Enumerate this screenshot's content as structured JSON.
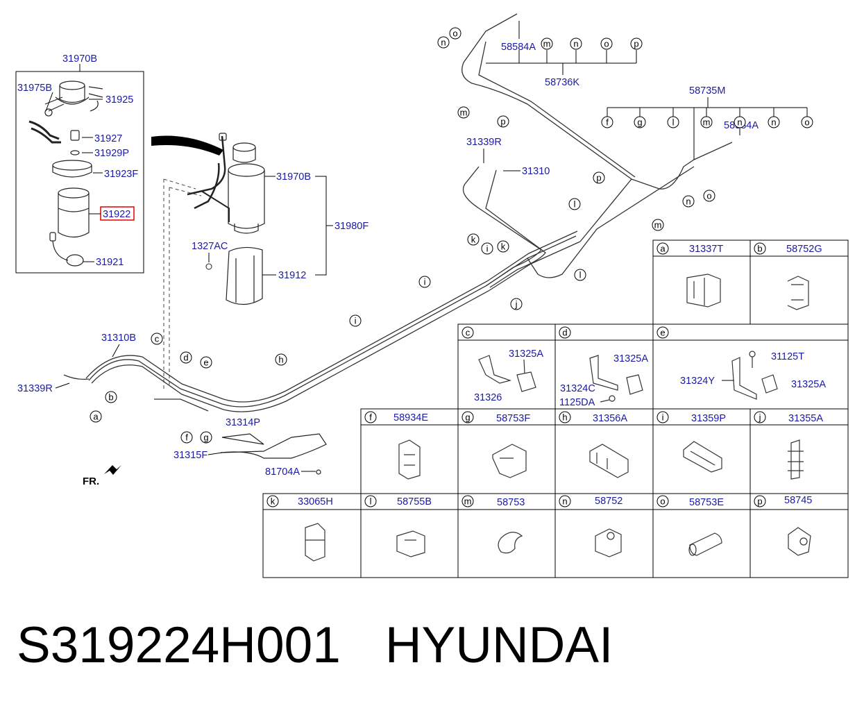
{
  "footer": {
    "part_number": "S319224H001",
    "brand": "HYUNDAI"
  },
  "highlight_color": "#e00000",
  "label_color": "#1a1aa6",
  "filter_box": {
    "title": "31970B",
    "parts": [
      "31975B",
      "31925",
      "31927",
      "31929P",
      "31923F",
      "31922",
      "31921"
    ],
    "highlighted": "31922"
  },
  "assembly": {
    "parts": [
      "31970B",
      "31980F",
      "1327AC",
      "31912"
    ]
  },
  "lines": {
    "labels": [
      "31310B",
      "31339R",
      "31314P",
      "31315F",
      "81704A",
      "31339R",
      "31310",
      "58584A",
      "58736K",
      "58735M",
      "58584A"
    ],
    "front_label": "FR."
  },
  "callouts": [
    "a",
    "b",
    "c",
    "d",
    "e",
    "f",
    "g",
    "h",
    "i",
    "i",
    "i",
    "j",
    "k",
    "k",
    "l",
    "l",
    "m",
    "m",
    "n",
    "n",
    "o",
    "p",
    "p",
    "o",
    "n",
    "m",
    "n",
    "o",
    "p",
    "f",
    "g",
    "l",
    "m",
    "n",
    "o"
  ],
  "table": {
    "row1": [
      {
        "letter": "a",
        "part": "31337T"
      },
      {
        "letter": "b",
        "part": "58752G"
      }
    ],
    "row2": [
      {
        "letter": "c",
        "parts": [
          "31325A",
          "31326"
        ]
      },
      {
        "letter": "d",
        "parts": [
          "31325A",
          "31324C",
          "1125DA"
        ]
      },
      {
        "letter": "e",
        "parts": [
          "31125T",
          "31324Y",
          "31325A"
        ]
      }
    ],
    "row3": [
      {
        "letter": "f",
        "part": "58934E"
      },
      {
        "letter": "g",
        "part": "58753F"
      },
      {
        "letter": "h",
        "part": "31356A"
      },
      {
        "letter": "i",
        "part": "31359P"
      },
      {
        "letter": "j",
        "part": "31355A"
      }
    ],
    "row4": [
      {
        "letter": "k",
        "part": "33065H"
      },
      {
        "letter": "l",
        "part": "58755B"
      },
      {
        "letter": "m",
        "part": "58753"
      },
      {
        "letter": "n",
        "part": "58752"
      },
      {
        "letter": "o",
        "part": "58753E"
      },
      {
        "letter": "p",
        "part": "58745"
      }
    ]
  }
}
